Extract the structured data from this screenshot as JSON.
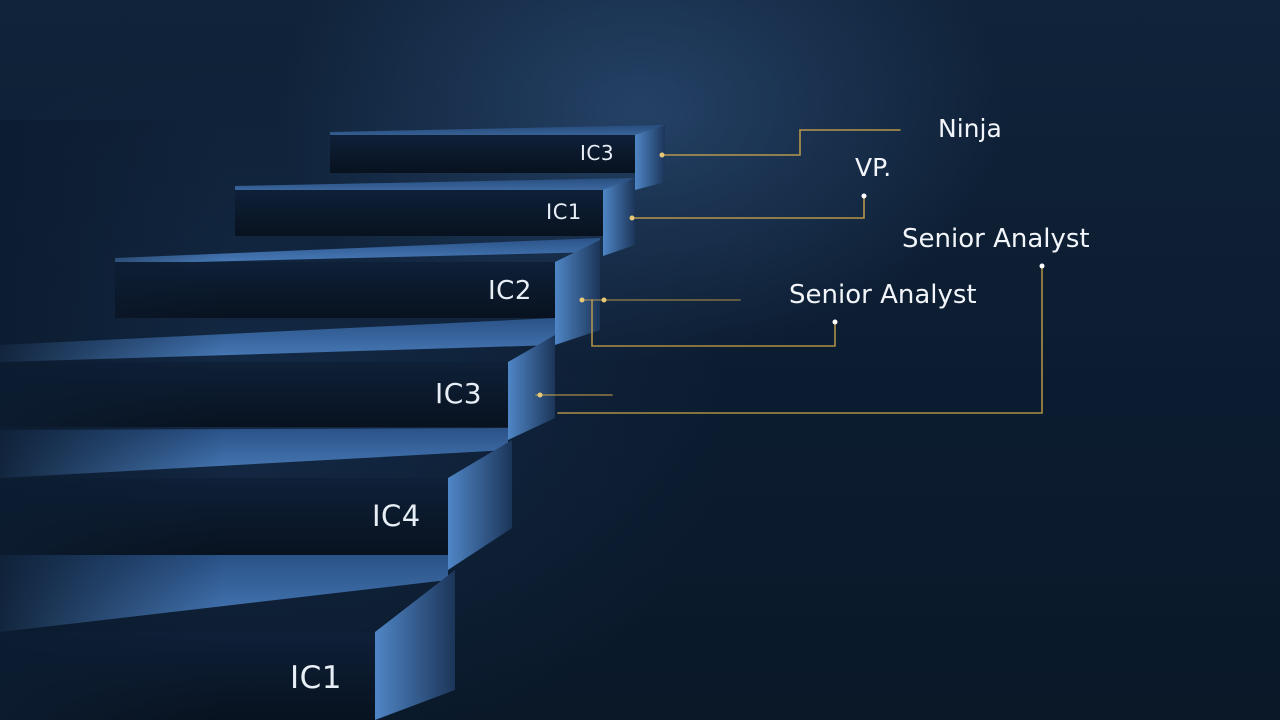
{
  "steps": [
    {
      "label": "IC1"
    },
    {
      "label": "IC4"
    },
    {
      "label": "IC3"
    },
    {
      "label": "IC2"
    },
    {
      "label": "IC1"
    },
    {
      "label": "IC3"
    }
  ],
  "roles": {
    "ninja": "Ninja",
    "vp": "VP.",
    "senior_analyst_upper": "Senior Analyst",
    "senior_analyst_lower": "Senior Analyst"
  },
  "colors": {
    "background": "#0b1a2c",
    "step_front": "#0a1626",
    "step_tread": "#3b6aa3",
    "step_side": "#4a7fc0",
    "connector": "#c9a24a"
  }
}
